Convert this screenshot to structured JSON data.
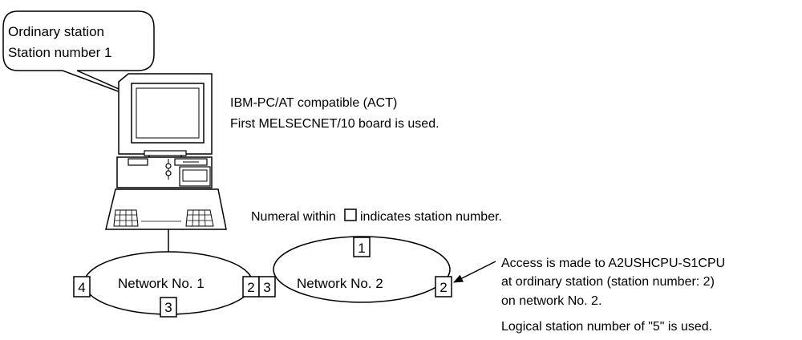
{
  "callout": {
    "line1": "Ordinary station",
    "line2": "Station number 1"
  },
  "pc_label": {
    "line1": "IBM-PC/AT compatible (ACT)",
    "line2": "First MELSECNET/10 board is used."
  },
  "legend": {
    "prefix": "Numeral within",
    "suffix": "indicates station number."
  },
  "networks": [
    {
      "label": "Network No. 1"
    },
    {
      "label": "Network No. 2"
    }
  ],
  "stations": {
    "net1_left": "4",
    "net1_bottom": "3",
    "net1_right": "2",
    "net2_left": "3",
    "net2_top": "1",
    "net2_right": "2"
  },
  "access_note": {
    "line1": "Access is made to A2USHCPU-S1CPU",
    "line2": "at ordinary station (station number: 2)",
    "line3": "on network No. 2.",
    "line4": "Logical station number of \"5\" is used."
  }
}
